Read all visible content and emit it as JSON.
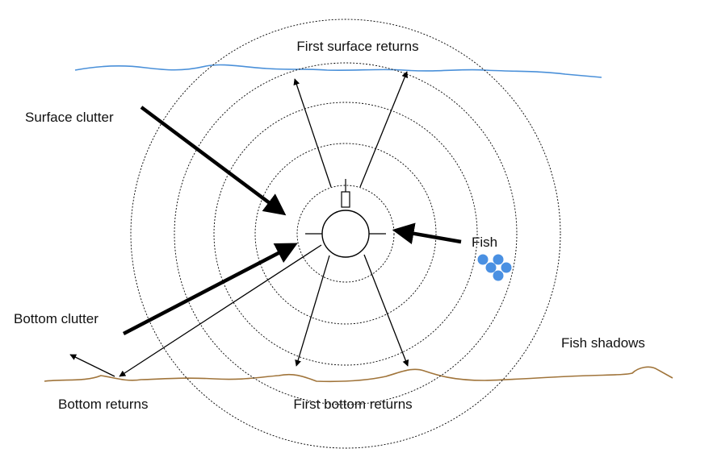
{
  "labels": {
    "first_surface_returns": "First surface returns",
    "surface_clutter": "Surface clutter",
    "fish": "Fish",
    "bottom_clutter": "Bottom clutter",
    "fish_shadows": "Fish shadows",
    "bottom_returns": "Bottom returns",
    "first_bottom_returns": "First bottom returns"
  },
  "colors": {
    "water_surface": "#4a90d9",
    "seabed": "#a0743a",
    "fish": "#4a90e2",
    "ink": "#000000"
  },
  "range_rings_count": 5
}
